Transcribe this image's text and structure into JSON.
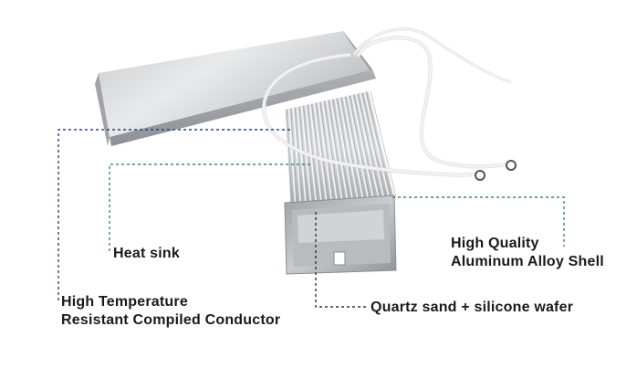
{
  "labels": {
    "heat_sink": "Heat sink",
    "shell_line1": "High Quality",
    "shell_line2": "Aluminum Alloy Shell",
    "conductor_line1": "High Temperature",
    "conductor_line2": "Resistant Compiled Conductor",
    "filler": "Quartz sand + silicone wafer"
  },
  "colors": {
    "leader_green": "#3a8f5a",
    "leader_blue": "#2b3f8f",
    "leader_dark": "#333333",
    "label_text": "#1a1a1a"
  }
}
